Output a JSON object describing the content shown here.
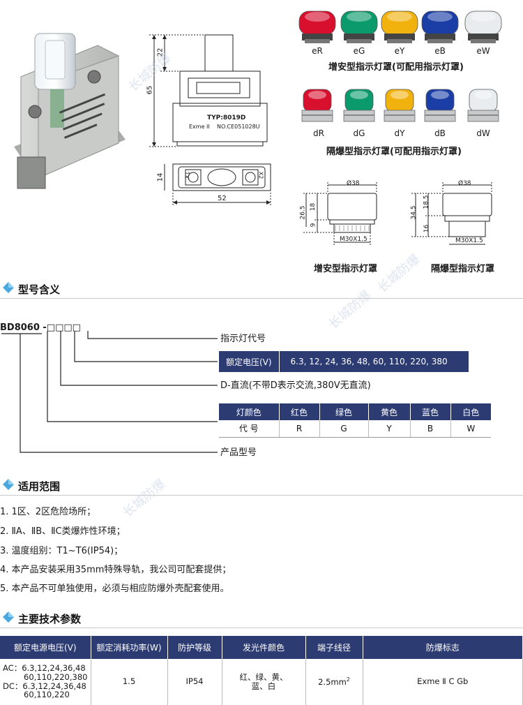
{
  "lenses_eu": [
    "eR",
    "eG",
    "eY",
    "eB",
    "eW"
  ],
  "lenses_du": [
    "dR",
    "dG",
    "dY",
    "dB",
    "dW"
  ],
  "lens_colors": [
    "#d8102e",
    "#0b9a6b",
    "#f2b20e",
    "#1b3ea6",
    "#e8ecef"
  ],
  "caption_eu": "增安型指示灯罩(可配用指示灯罩)",
  "caption_du": "隔爆型指示灯罩(可配用指示灯罩)",
  "drawing_main": {
    "dim_22": "22",
    "dim_65": "65",
    "dim_14": "14",
    "dim_52": "52",
    "typ": "TYP:8019D",
    "exme": "Exme II",
    "no": "NO.CE051028U",
    "x1": "X1",
    "x2": "X2"
  },
  "drawing_eu": {
    "d": "Ø38",
    "h_total": "26.5",
    "h_top": "18",
    "h_bot": "9",
    "thread": "M30X1.5",
    "caption": "增安型指示灯罩"
  },
  "drawing_du": {
    "d": "Ø38",
    "h_total": "34.5",
    "h_top": "18.5",
    "h_bot": "16",
    "thread": "M30X1.5",
    "caption": "隔爆型指示灯罩"
  },
  "watermark_text": "长城防爆",
  "sections": {
    "model": "型号含义",
    "scope": "适用范围",
    "tech": "主要技术参数"
  },
  "model_code": {
    "code": "BD8060 -",
    "boxes": "□□□□",
    "indicator": "指示灯代号",
    "voltage_label": "额定电压(V)",
    "voltage_values": "6.3, 12,  24, 36, 48, 60, 110, 220, 380",
    "dc": "D-直流(不带D表示交流,380V无直流)",
    "color_header": [
      "灯颜色",
      "红色",
      "绿色",
      "黄色",
      "蓝色",
      "白色"
    ],
    "color_code": [
      "代 号",
      "R",
      "G",
      "Y",
      "B",
      "W"
    ],
    "product": "产品型号"
  },
  "scope": [
    "1. 1区、2区危险场所；",
    "2. ⅡA、ⅡB、ⅡC类爆炸性环境；",
    "3. 温度组别：T1~T6(IP54)；",
    "4. 本产品安装采用35mm特殊导轨，我公司可配套提供；",
    "5. 本产品不可单独使用，必须与相应防爆外壳配套使用。"
  ],
  "tech": {
    "headers": [
      "额定电源电压(V)",
      "额定消耗功率(W)",
      "防护等级",
      "发光件颜色",
      "端子线径",
      "防爆标志"
    ],
    "ac_label": "AC：",
    "ac_values_1": "6.3,12,24,36,48",
    "ac_values_2": "60,110,220,380",
    "dc_label": "DC：",
    "dc_values_1": "6.3,12,24,36,48",
    "dc_values_2": "60,110,220",
    "power": "1.5",
    "ip": "IP54",
    "colors_1": "红、绿、黄、",
    "colors_2": "蓝、白",
    "wire": "2.5mm",
    "wire_sup": "2",
    "mark": "Exme Ⅱ C Gb"
  }
}
